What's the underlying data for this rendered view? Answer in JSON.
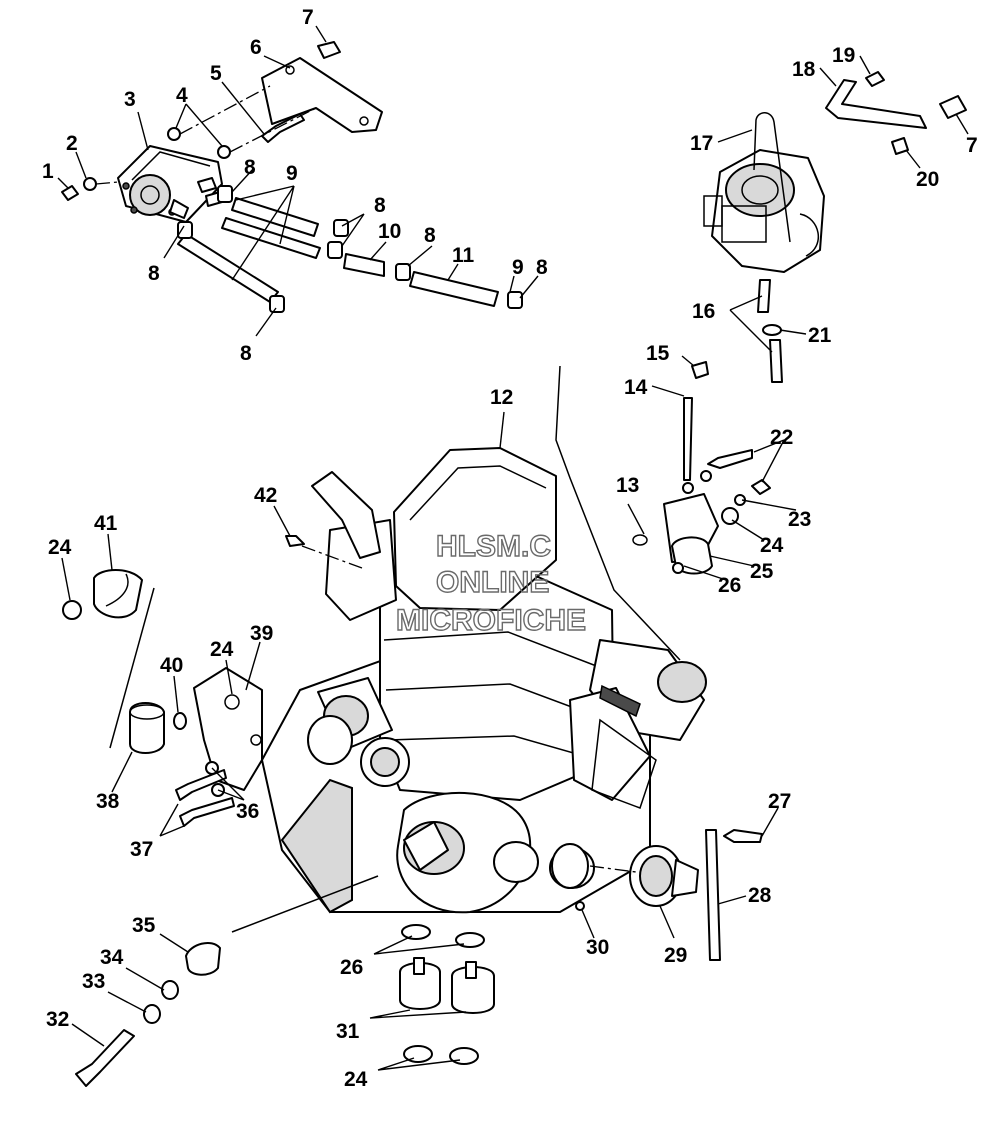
{
  "callouts": [
    "1",
    "2",
    "3",
    "4",
    "5",
    "6",
    "7",
    "8",
    "9",
    "10",
    "11",
    "12",
    "13",
    "14",
    "15",
    "16",
    "17",
    "18",
    "19",
    "20",
    "21",
    "22",
    "23",
    "24",
    "25",
    "26",
    "27",
    "28",
    "29",
    "30",
    "31",
    "32",
    "33",
    "34",
    "35",
    "36",
    "37",
    "38",
    "39",
    "40",
    "41",
    "42"
  ],
  "watermark": {
    "line1": "HLSM.C",
    "line2": "ONLINE",
    "line3": "MICROFICHE"
  }
}
